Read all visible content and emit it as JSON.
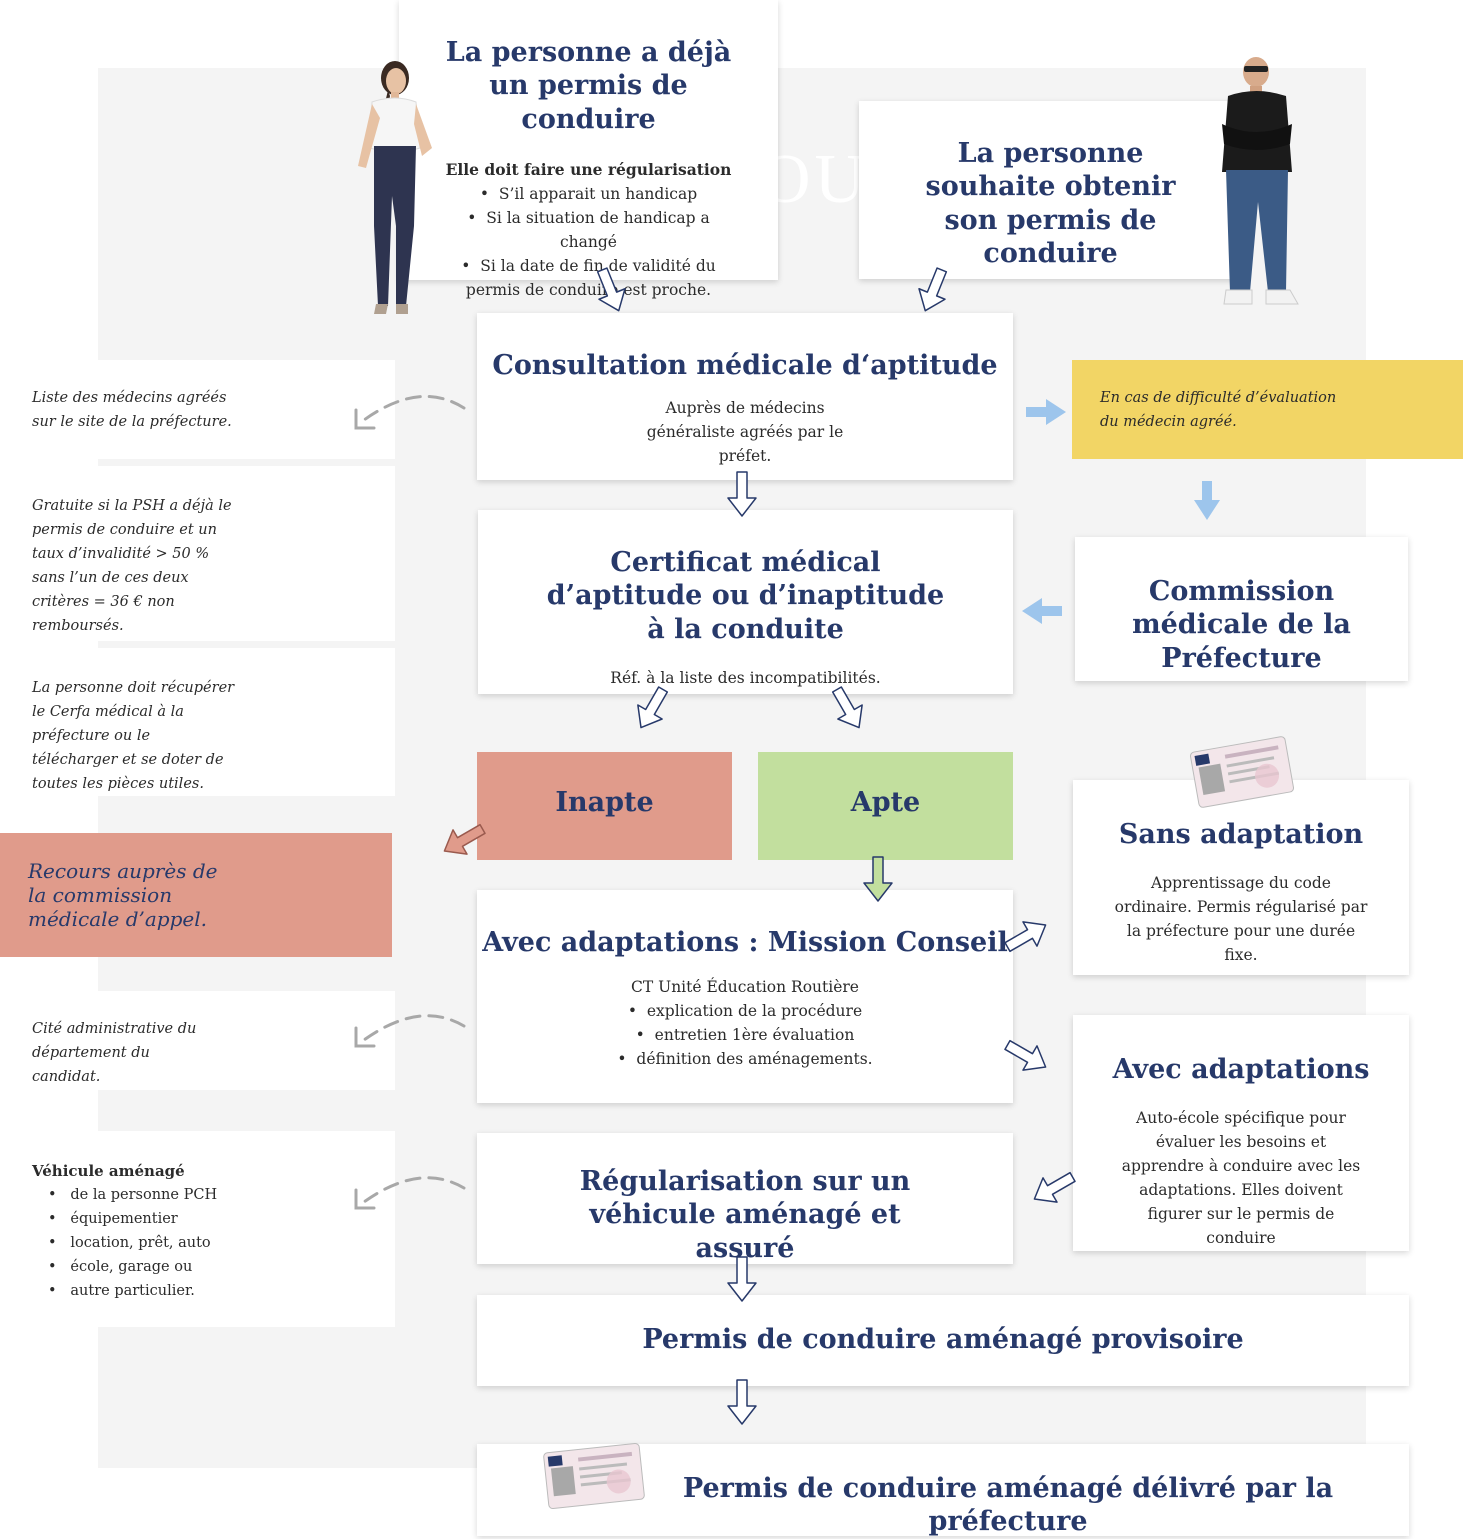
{
  "colors": {
    "navy": "#27396a",
    "inapte": "#e09b8b",
    "apte": "#c2df9e",
    "yellow": "#f2d565",
    "blue_arrow": "#9dc5ec",
    "grey_arrow": "#a8a8a8"
  },
  "icons": [
    "woman-figure",
    "man-figure",
    "license-card-icon",
    "outline-arrow",
    "dashed-curved-arrow",
    "blue-arrow"
  ],
  "bg_word": "OU",
  "permis_existant": {
    "title": "La personne a déjà un permis de conduire",
    "subtitle": "Elle doit faire une régularisation",
    "items": [
      "S’il apparait un handicap",
      "Si la situation de handicap a changé",
      "Si la date de fin de validité du permis de conduire est proche."
    ]
  },
  "souhaite_permis": {
    "title": "La personne souhaite obtenir son permis de conduire"
  },
  "consultation": {
    "title": "Consultation médicale d‘aptitude",
    "text": "Auprès de médecins généraliste agréés par le préfet."
  },
  "certificat": {
    "title": "Certificat médical d’aptitude ou d’inaptitude à la conduite",
    "text": "Réf. à la liste des incompatibilités."
  },
  "inapte": {
    "label": "Inapte"
  },
  "apte": {
    "label": "Apte"
  },
  "recours": {
    "text": "Recours auprès de la commission médicale d’appel."
  },
  "mission_conseil": {
    "title": "Avec adaptations : Mission Conseil",
    "intro": "CT Unité Éducation Routière",
    "items": [
      "explication de la procédure",
      "entretien 1ère évaluation",
      "définition des aménagements."
    ]
  },
  "regularisation": {
    "title": "Régularisation sur un véhicule aménagé et assuré"
  },
  "permis_provisoire": {
    "title": "Permis de conduire aménagé provisoire"
  },
  "permis_delivre": {
    "title": "Permis de conduire aménagé délivré par la préfecture"
  },
  "difficulte": {
    "text": "En cas de difficulté d’évaluation du médecin agréé."
  },
  "commission": {
    "title": "Commission médicale de la Préfecture"
  },
  "sans_adaptation": {
    "title": "Sans adaptation",
    "text": "Apprentissage du code ordinaire. Permis régularisé par la préfecture pour une durée fixe."
  },
  "avec_adaptations": {
    "title": "Avec adaptations",
    "text": "Auto-école spécifique pour évaluer les besoins et apprendre à conduire avec les adaptations. Elles doivent figurer sur le permis de conduire"
  },
  "notes": {
    "liste_medecins": "Liste des médecins agréés sur le site de la préfecture.",
    "gratuite": "Gratuite si la PSH a déjà le permis de conduire et un taux d’invalidité > 50 % sans l’un de ces deux critères = 36 €  non remboursés.",
    "cerfa": "La personne doit récupérer le Cerfa médical à la préfecture ou le télécharger et se doter de toutes les pièces utiles.",
    "cite": "Cité administrative du département du candidat."
  },
  "vehicule": {
    "title": "Véhicule aménagé",
    "items": [
      "de la personne PCH",
      "équipementier",
      "location, prêt, auto",
      "école, garage ou",
      "autre particulier."
    ]
  }
}
